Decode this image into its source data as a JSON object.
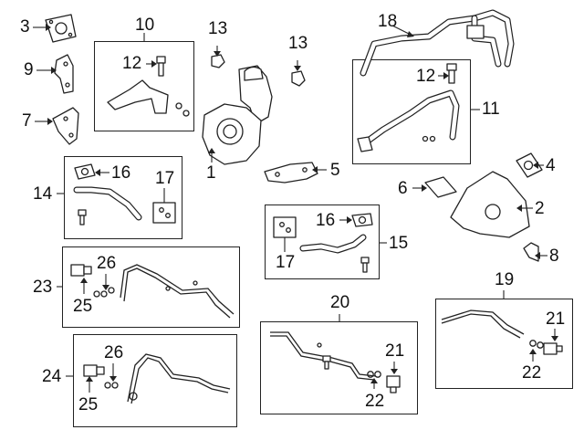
{
  "callouts": {
    "c1": "1",
    "c2": "2",
    "c3": "3",
    "c4": "4",
    "c5": "5",
    "c6": "6",
    "c7": "7",
    "c8": "8",
    "c9": "9",
    "c10": "10",
    "c11": "11",
    "c12a": "12",
    "c12b": "12",
    "c13a": "13",
    "c13b": "13",
    "c14": "14",
    "c15": "15",
    "c16a": "16",
    "c16b": "16",
    "c17a": "17",
    "c17b": "17",
    "c18": "18",
    "c19": "19",
    "c20": "20",
    "c21a": "21",
    "c21b": "21",
    "c22a": "22",
    "c22b": "22",
    "c23": "23",
    "c24": "24",
    "c25a": "25",
    "c25b": "25",
    "c26a": "26",
    "c26b": "26"
  }
}
